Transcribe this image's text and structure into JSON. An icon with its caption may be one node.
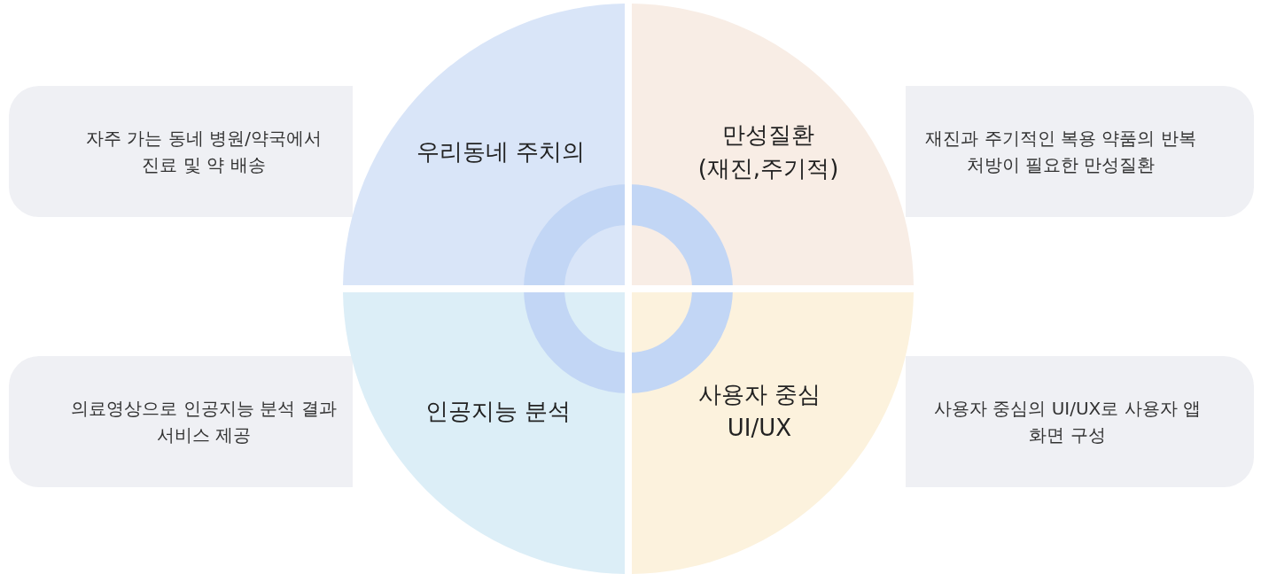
{
  "diagram": {
    "nodes": [
      {
        "text": [
          "자주 가는 동네 병원/약국에서 진료 및 약 배송"
        ]
      },
      {
        "text": [
          "우리동네 주치의"
        ]
      },
      {
        "text": [
          "만성질환 (재진,주기적)"
        ]
      },
      {
        "text": [
          "재진과 주기적인 복용 약품의 반복 처방이 필요한 만성질환"
        ]
      },
      {
        "text": [
          "의료영상으로 인공지능 분석 결과 서비스 제공"
        ]
      },
      {
        "text": [
          "인공지능 분석"
        ]
      },
      {
        "text": [
          "사용자 중심 UI/UX"
        ]
      },
      {
        "text": [
          "사용자 중심의  UI/UX로 사용자 앱 화면 구성"
        ]
      }
    ]
  }
}
